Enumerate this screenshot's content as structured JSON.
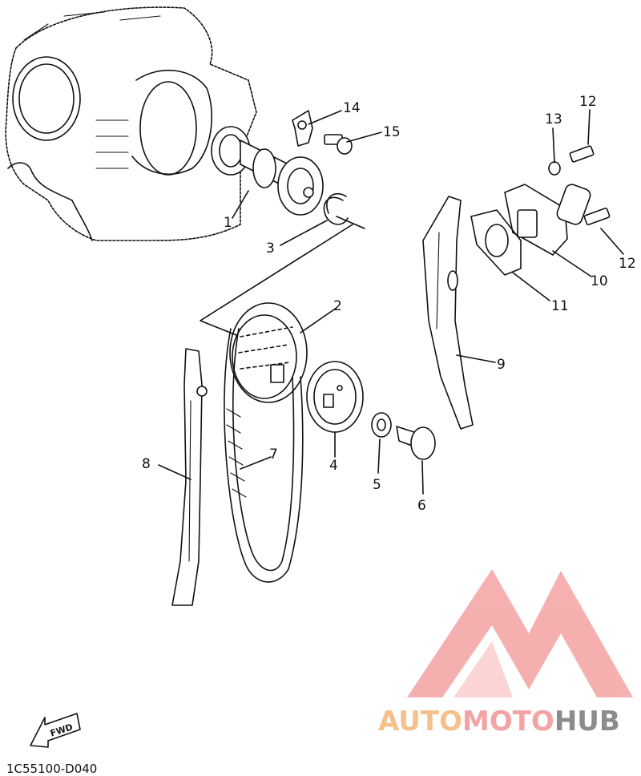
{
  "diagram": {
    "parts": [
      {
        "number": "1"
      },
      {
        "number": "2"
      },
      {
        "number": "3"
      },
      {
        "number": "4"
      },
      {
        "number": "5"
      },
      {
        "number": "6"
      },
      {
        "number": "7"
      },
      {
        "number": "8"
      },
      {
        "number": "9"
      },
      {
        "number": "10"
      },
      {
        "number": "11"
      },
      {
        "number": "12"
      },
      {
        "number": "12"
      },
      {
        "number": "13"
      },
      {
        "number": "14"
      },
      {
        "number": "15"
      }
    ],
    "fwd_label": "FWD",
    "drawing_code": "1C55100-D040"
  },
  "watermark": {
    "auto": "AUTO",
    "moto": "MOTO",
    "hub": "HUB",
    "colors": {
      "auto": "#f5c08a",
      "moto": "#f2a3a3",
      "hub": "#8c8c8c",
      "logo": "#f6a7a7"
    }
  }
}
